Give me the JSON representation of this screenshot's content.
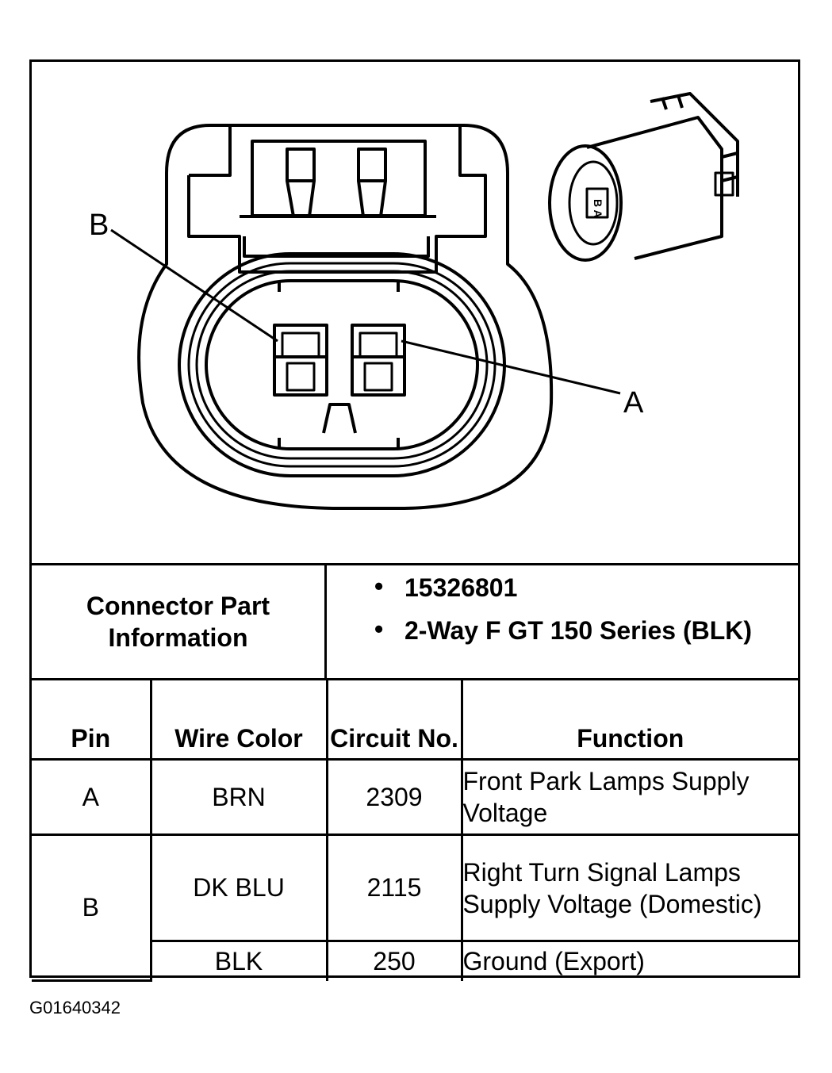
{
  "diagram": {
    "pin_label_b": "B",
    "pin_label_a": "A",
    "mini_label_pins": "B A"
  },
  "connector_info": {
    "label": "Connector Part Information",
    "bullets": [
      "15326801",
      "2-Way F GT 150 Series (BLK)"
    ]
  },
  "pin_table": {
    "headers": {
      "pin": "Pin",
      "wire_color": "Wire Color",
      "circuit_no": "Circuit No.",
      "function": "Function"
    },
    "rows": [
      {
        "pin": "A",
        "wire_color": "BRN",
        "circuit_no": "2309",
        "function": "Front Park Lamps Supply Voltage"
      },
      {
        "pin": "B",
        "wire_color": "DK BLU",
        "circuit_no": "2115",
        "function": "Right Turn Signal Lamps Supply Voltage (Domestic)"
      },
      {
        "pin": "",
        "wire_color": "BLK",
        "circuit_no": "250",
        "function": "Ground (Export)"
      }
    ]
  },
  "figure_id": "G01640342"
}
